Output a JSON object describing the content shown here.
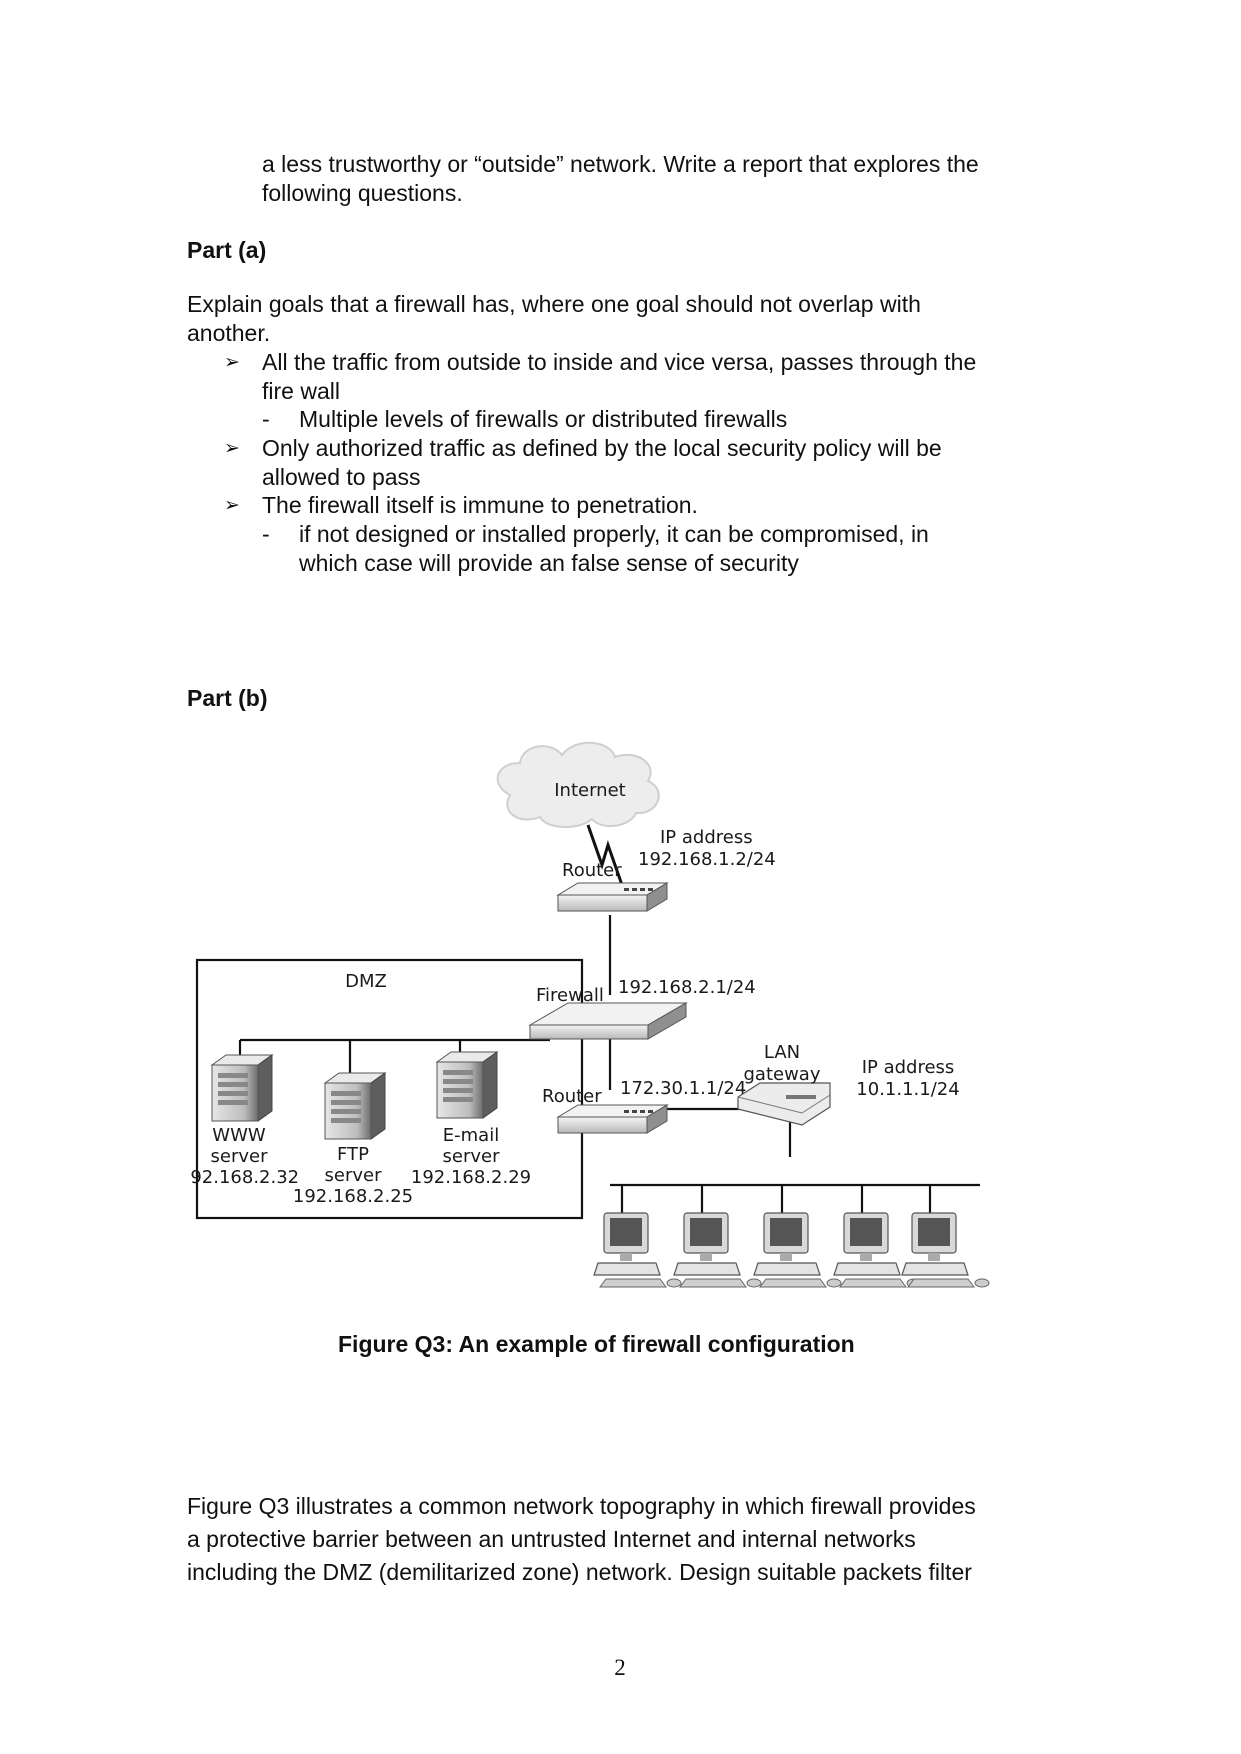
{
  "intro": {
    "line1": "a less trustworthy or “outside” network. Write a report that explores the",
    "line2": "following questions."
  },
  "part_a": {
    "heading": "Part (a)",
    "prompt_line1": "Explain goals that a firewall has, where one goal should not overlap with",
    "prompt_line2": "another.",
    "bullet_glyph": "➢",
    "dash_glyph": "-",
    "bullets": [
      {
        "line1": "All the traffic from outside to inside and vice versa, passes through the",
        "line2": "fire wall"
      },
      {
        "line1": "Only authorized traffic as defined by the local security policy will be",
        "line2": "allowed to pass"
      },
      {
        "line1": "The firewall itself is immune to penetration."
      }
    ],
    "sub_items": [
      {
        "line1": "Multiple levels of firewalls or distributed firewalls"
      },
      {
        "line1": "if not designed or installed properly, it can be compromised, in",
        "line2": "which case will provide an false sense of security"
      }
    ]
  },
  "part_b": {
    "heading": "Part (b)",
    "figure": {
      "internet": "Internet",
      "router_top": "Router",
      "ip_top_label": "IP address",
      "ip_top_value": "192.168.1.2/24",
      "dmz": "DMZ",
      "firewall": "Firewall",
      "firewall_ip": "192.168.2.1/24",
      "router_bottom": "Router",
      "router_bottom_ip": "172.30.1.1/24",
      "lan_gateway_1": "LAN",
      "lan_gateway_2": "gateway",
      "ip_lan_label": "IP address",
      "ip_lan_value": "10.1.1.1/24",
      "www_1": "WWW",
      "www_2": "server",
      "www_ip": "192.168.2.32",
      "ftp_1": "FTP",
      "ftp_2": "server",
      "ftp_ip": "192.168.2.25",
      "email_1": "E-mail",
      "email_2": "server",
      "email_ip": "192.168.2.29"
    },
    "caption": "Figure Q3: An example of firewall configuration",
    "para_line1": "Figure Q3 illustrates a common network topography in which firewall provides",
    "para_line2": "a protective barrier between an untrusted Internet and internal networks",
    "para_line3": "including the DMZ (demilitarized zone) network. Design suitable packets filter"
  },
  "page_number": "2"
}
